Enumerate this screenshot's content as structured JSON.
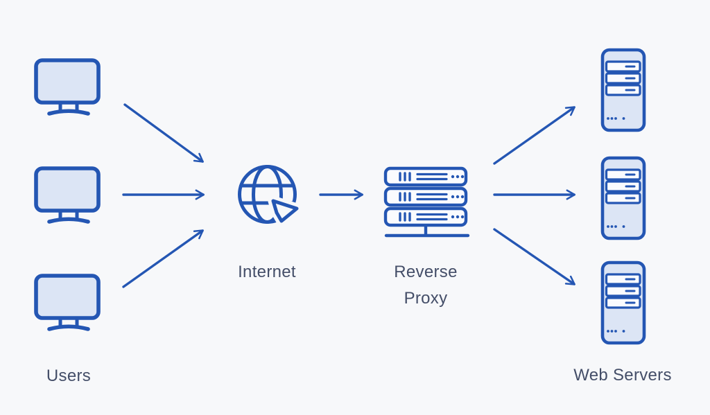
{
  "diagram": {
    "type": "architecture-flow",
    "nodes": {
      "users": {
        "label": "Users",
        "icon": "monitor-icon",
        "count": 3
      },
      "internet": {
        "label": "Internet",
        "icon": "globe-cursor-icon",
        "count": 1
      },
      "reverse_proxy": {
        "label": "Reverse Proxy",
        "label_line1": "Reverse",
        "label_line2": "Proxy",
        "icon": "server-rack-icon",
        "count": 1
      },
      "web_servers": {
        "label": "Web Servers",
        "icon": "server-tower-icon",
        "count": 3
      }
    },
    "edges": [
      {
        "from": "users",
        "to": "internet"
      },
      {
        "from": "users",
        "to": "internet"
      },
      {
        "from": "users",
        "to": "internet"
      },
      {
        "from": "internet",
        "to": "reverse_proxy"
      },
      {
        "from": "reverse_proxy",
        "to": "web_servers"
      },
      {
        "from": "reverse_proxy",
        "to": "web_servers"
      },
      {
        "from": "reverse_proxy",
        "to": "web_servers"
      }
    ],
    "colors": {
      "background": "#f7f8fa",
      "stroke": "#2456b3",
      "icon_fill": "#dce5f5",
      "slot_fill": "#fafbfe",
      "text": "#444e68"
    }
  }
}
